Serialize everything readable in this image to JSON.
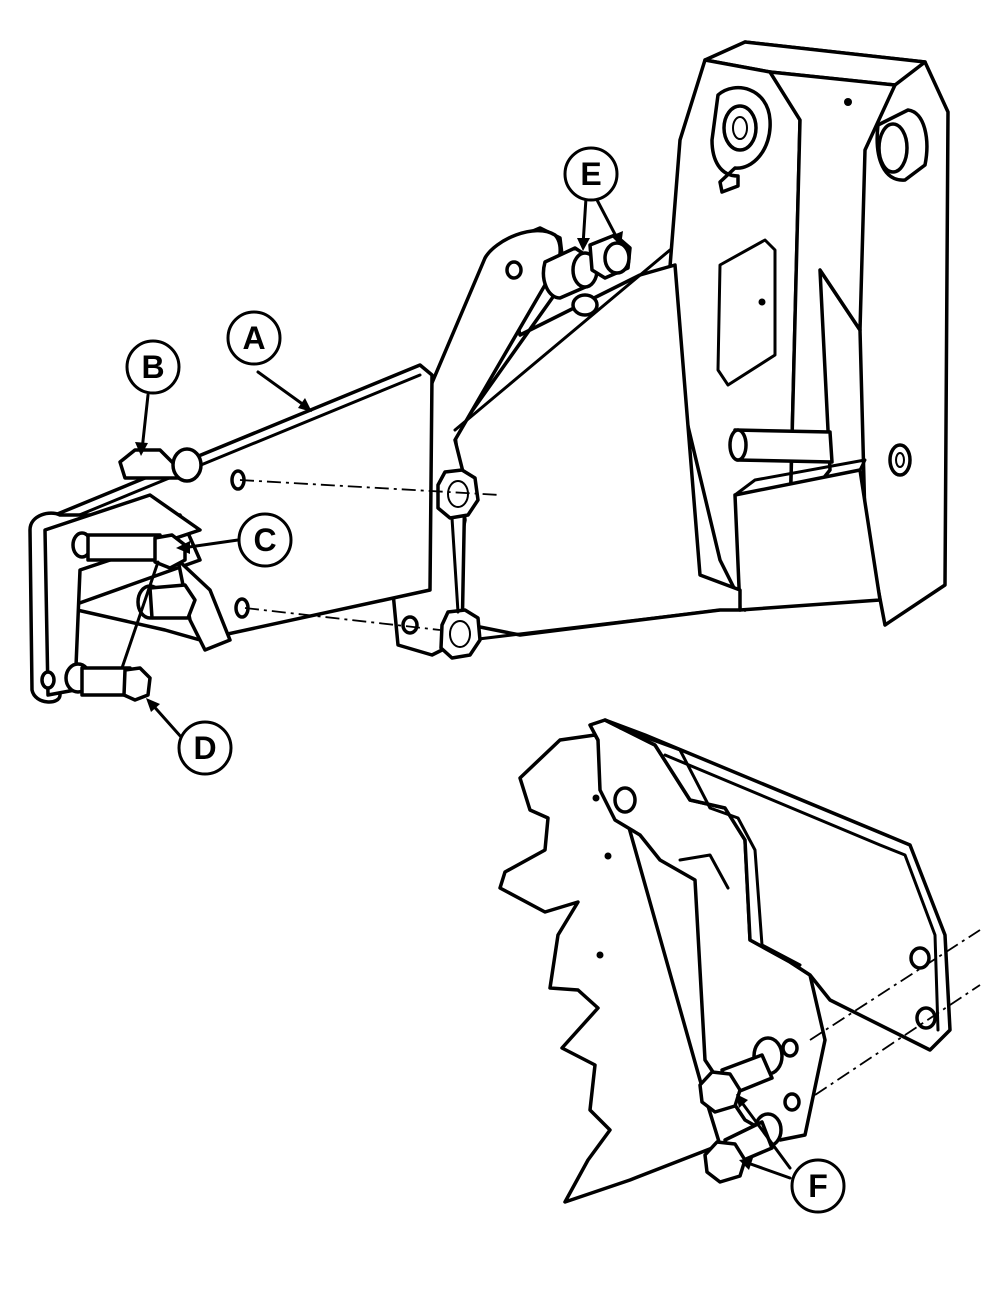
{
  "callouts": {
    "A": "A",
    "B": "B",
    "C": "C",
    "D": "D",
    "E": "E",
    "F": "F"
  },
  "colors": {
    "line": "#000000",
    "background": "#ffffff"
  }
}
